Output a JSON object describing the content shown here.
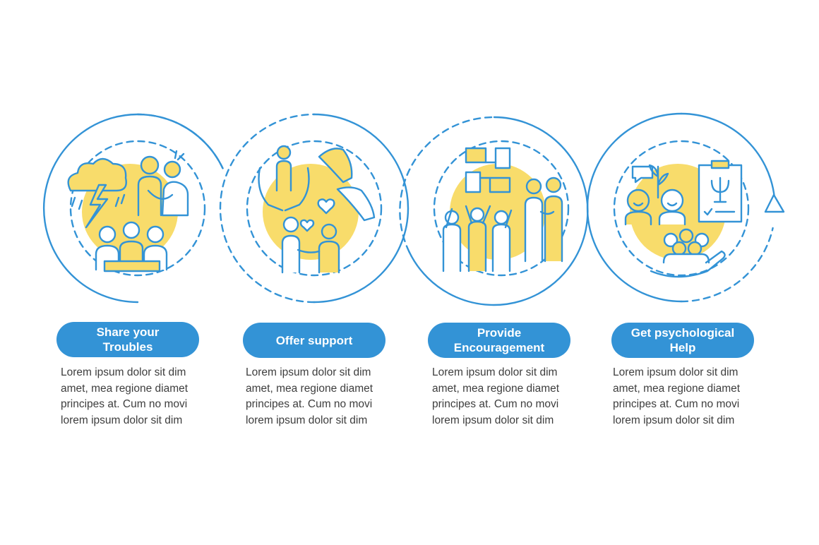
{
  "colors": {
    "outline": "#3393d6",
    "accent_yellow": "#f8dc6b",
    "pill_fill": "#3393d6",
    "pill_text": "#ffffff",
    "body_text": "#3e3e3e"
  },
  "steps": [
    {
      "title": "Share your\nTroubles",
      "icon": "storm-cloud-and-people-icon",
      "description": "Lorem ipsum dolor sit dim\namet, mea regione diamet\nprincipes at. Cum no movi\nlorem ipsum dolor sit dim"
    },
    {
      "title": "Offer support",
      "icon": "helping-hands-icon",
      "description": "Lorem ipsum dolor sit dim\namet, mea regione diamet\nprincipes at. Cum no movi\nlorem ipsum dolor sit dim"
    },
    {
      "title": "Provide\nEncouragement",
      "icon": "team-hands-icon",
      "description": "Lorem ipsum dolor sit dim\namet, mea regione diamet\nprincipes at. Cum no movi\nlorem ipsum dolor sit dim"
    },
    {
      "title": "Get psychological\nHelp",
      "icon": "psychology-clipboard-icon",
      "description": "Lorem ipsum dolor sit dim\namet, mea regione diamet\nprincipes at. Cum no movi\nlorem ipsum dolor sit dim"
    }
  ],
  "end_marker": "up-arrow-icon"
}
